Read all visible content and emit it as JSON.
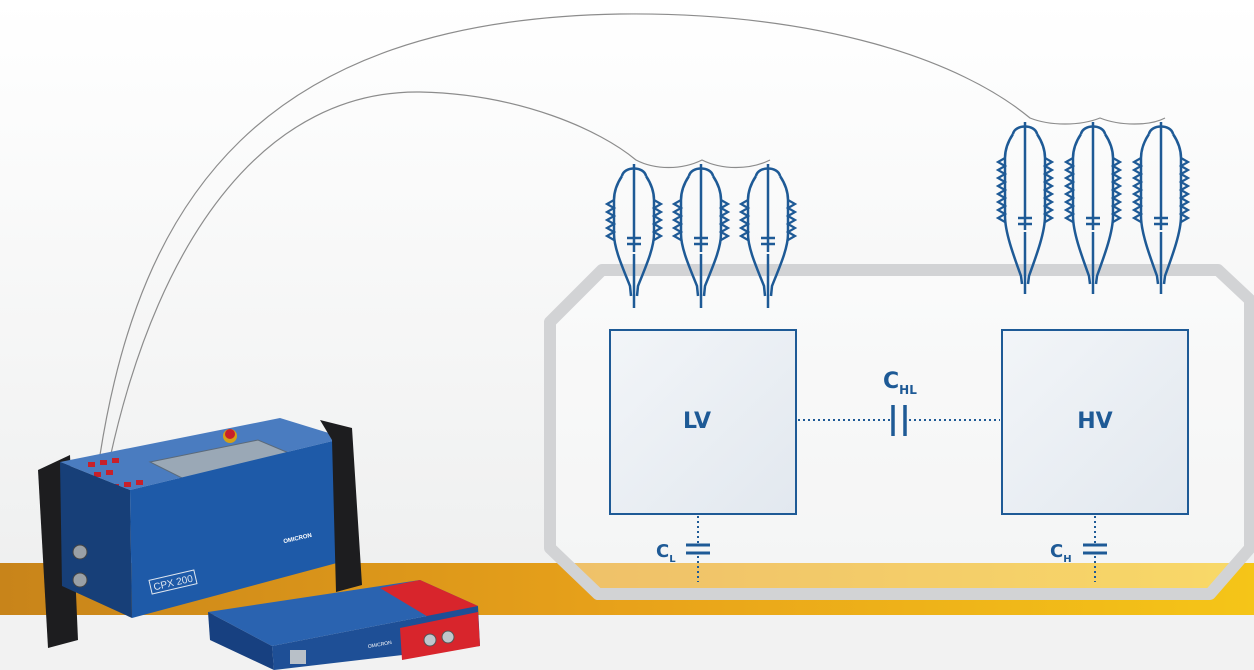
{
  "diagram": {
    "windings": {
      "low_voltage": "LV",
      "high_voltage": "HV"
    },
    "capacitances": {
      "ch": {
        "main": "C",
        "sub": "H"
      },
      "cl": {
        "main": "C",
        "sub": "L"
      },
      "chl": {
        "main": "C",
        "sub": "HL"
      }
    }
  },
  "devices": {
    "main_unit": {
      "label": "CPX 200",
      "brand": "OMICRON"
    },
    "auxiliary_unit": {
      "label": "OMICRON"
    }
  },
  "colors": {
    "diagram_blue": "#1e5a96",
    "winding_fill": "#eef1f5",
    "tank_outline": "#d2d3d5",
    "floor_band": "#e8a21a",
    "device_blue": "#1e5aa8",
    "device_red": "#d8252c"
  }
}
